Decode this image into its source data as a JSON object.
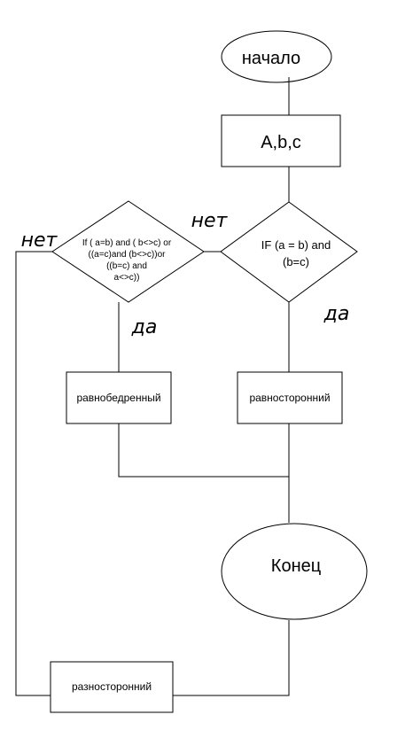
{
  "nodes": {
    "start": "начало",
    "input": "A,b,c",
    "cond_equilateral": [
      "IF (a = b) and",
      "(b=c)"
    ],
    "cond_isosceles": [
      "If ( a=b) and ( b<>c) or",
      "((a=c)and (b<>c))or",
      "((b=c) and",
      "a<>c))"
    ],
    "equilateral": "равносторонний",
    "isosceles": "равнобедренный",
    "scalene": "разносторонний",
    "end": "Конец"
  },
  "labels": {
    "no_right": "нет",
    "no_left": "нет",
    "yes_left": "да",
    "yes_right": "да"
  }
}
